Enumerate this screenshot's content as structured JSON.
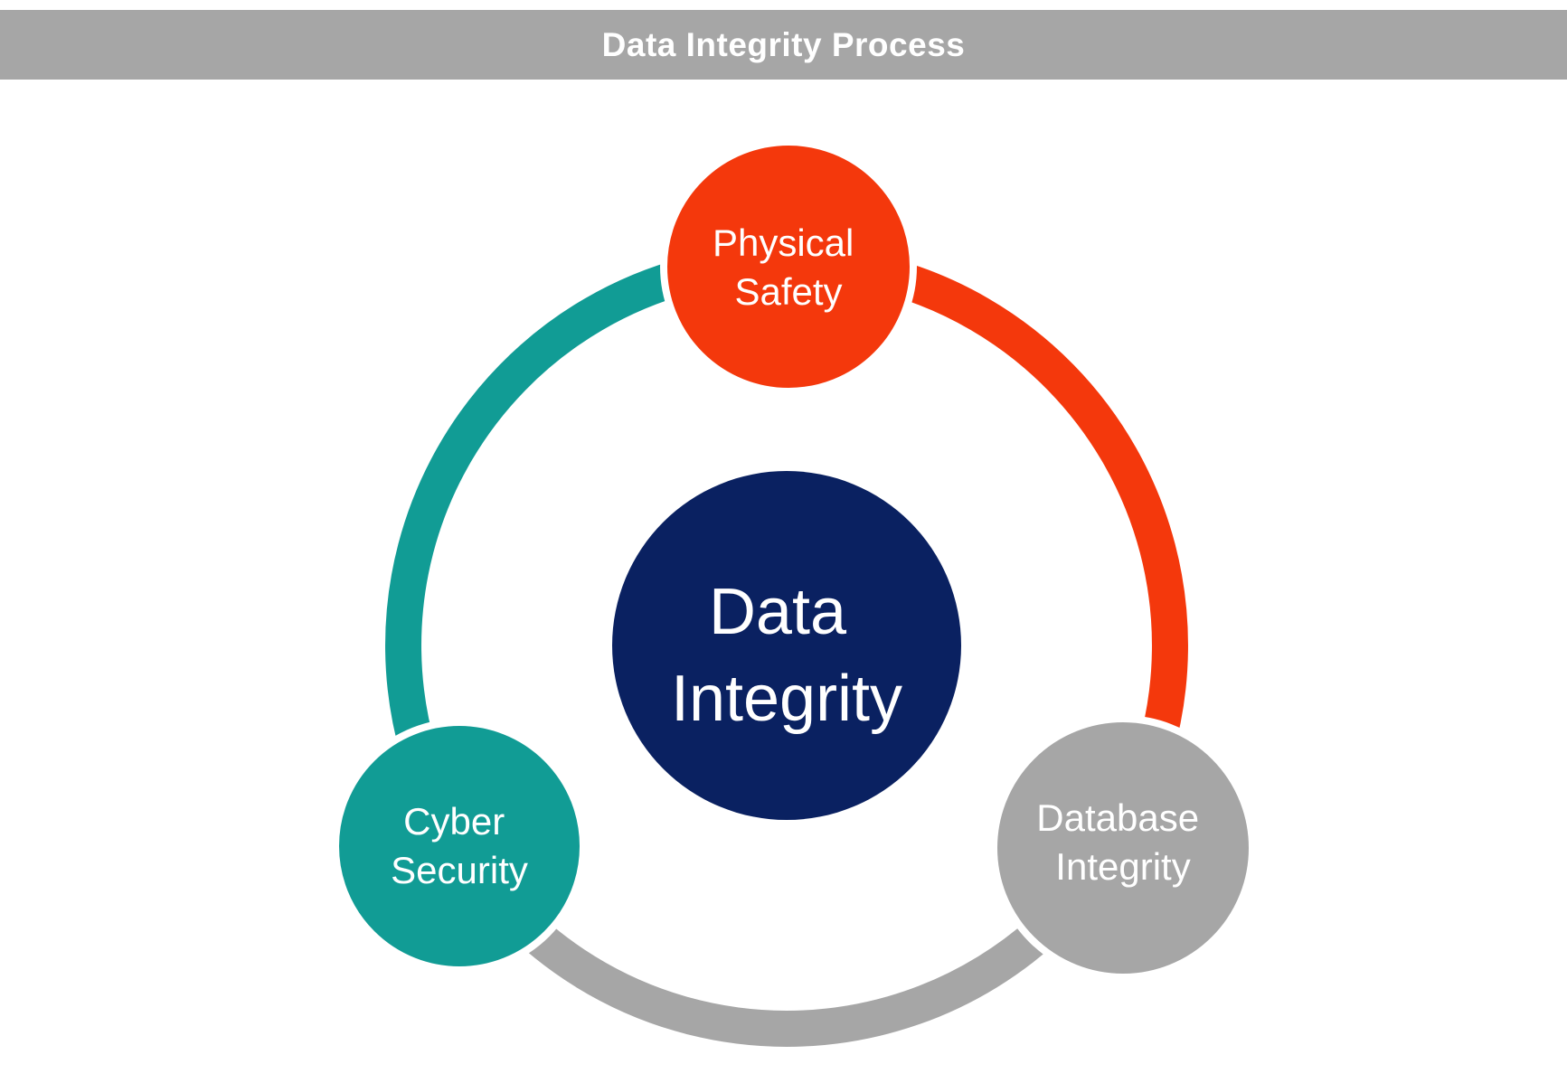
{
  "title_bar": {
    "title": "Data Integrity Process",
    "bg": "#A6A6A6",
    "text_color": "#FFFFFF"
  },
  "colors": {
    "red": "#F4380C",
    "teal": "#119C95",
    "gray": "#A6A6A6",
    "navy": "#0A2161",
    "white": "#FFFFFF"
  },
  "diagram": {
    "center": {
      "line1": "Data",
      "line2": "Integrity"
    },
    "nodes": [
      {
        "id": "physical-safety",
        "line1": "Physical",
        "line2": "Safety"
      },
      {
        "id": "cyber-security",
        "line1": "Cyber",
        "line2": "Security"
      },
      {
        "id": "database-integrity",
        "line1": "Database",
        "line2": "Integrity"
      }
    ]
  }
}
